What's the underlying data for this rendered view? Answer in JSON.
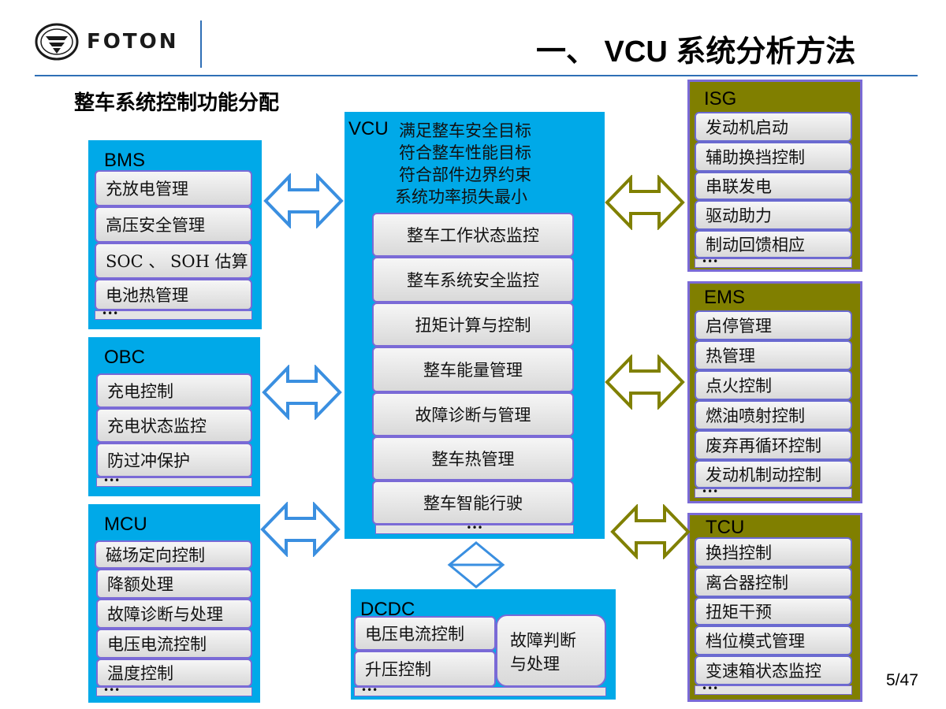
{
  "header": {
    "logo_text": "FOTON",
    "title": "一、 VCU 系统分析方法",
    "section_title": "整车系统控制功能分配",
    "page_number": "5/47"
  },
  "more_marker": "•••",
  "vcu": {
    "label": "VCU",
    "goals": [
      "满足整车安全目标",
      "符合整车性能目标",
      "符合部件边界约束",
      "系统功率损失最小"
    ],
    "functions": [
      "整车工作状态监控",
      "整车系统安全监控",
      "扭矩计算与控制",
      "整车能量管理",
      "故障诊断与管理",
      "整车热管理",
      "整车智能行驶"
    ]
  },
  "bms": {
    "title": "BMS",
    "items": [
      "充放电管理",
      "高压安全管理",
      "SOC 、 SOH 估算",
      "电池热管理"
    ]
  },
  "obc": {
    "title": "OBC",
    "items": [
      "充电控制",
      "充电状态监控",
      "防过冲保护"
    ]
  },
  "mcu": {
    "title": "MCU",
    "items": [
      "磁场定向控制",
      "降额处理",
      "故障诊断与处理",
      "电压电流控制",
      "温度控制"
    ]
  },
  "dcdc": {
    "title": "DCDC",
    "items": [
      "电压电流控制",
      "升压控制"
    ],
    "fault_line1": "故障判断",
    "fault_line2": "与处理"
  },
  "isg": {
    "title": "ISG",
    "items": [
      "发动机启动",
      "辅助换挡控制",
      "串联发电",
      "驱动助力",
      "制动回馈相应"
    ]
  },
  "ems": {
    "title": "EMS",
    "items": [
      "启停管理",
      "热管理",
      "点火控制",
      "燃油喷射控制",
      "废弃再循环控制",
      "发动机制动控制"
    ]
  },
  "tcu": {
    "title": "TCU",
    "items": [
      "换挡控制",
      "离合器控制",
      "扭矩干预",
      "档位模式管理",
      "变速箱状态监控"
    ]
  },
  "colors": {
    "blue_panel": "#00a9e8",
    "olive_panel": "#807f00",
    "blue_arrow": "#3a8fe0",
    "olive_arrow": "#808000",
    "header_line": "#2f6fb6"
  }
}
